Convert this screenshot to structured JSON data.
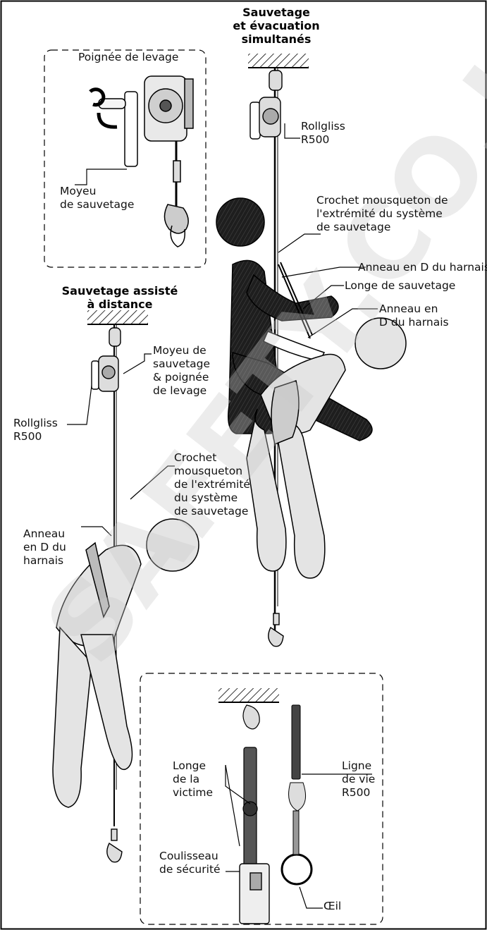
{
  "titles": {
    "simultaneous": "Sauvetage\net évacuation\nsimultanés",
    "remote": "Sauvetage assisté\nà distance"
  },
  "labels": {
    "lifting_handle": "Poignée de levage",
    "rescue_hub": "Moyeu\nde sauvetage",
    "rollgliss_top": "Rollgliss\nR500",
    "hook_top": "Crochet mousqueton de\nl'extrémité du système\nde sauvetage",
    "dring_top": "Anneau en D du harnais",
    "rescue_lanyard": "Longe de sauvetage",
    "dring_right": "Anneau en\nD du harnais",
    "hub_handle_remote": "Moyeu de\nsauvetage\n& poignée\nde levage",
    "rollgliss_left": "Rollgliss\nR500",
    "hook_remote": "Crochet\nmousqueton\nde l'extrémité\ndu système\nde sauvetage",
    "dring_left": "Anneau\nen D du\nharnais",
    "victim_lanyard": "Longe\nde la\nvictime",
    "lifeline": "Ligne\nde vie\nR500",
    "safety_slider": "Coulisseau\nde sécurité",
    "eye": "Œil"
  },
  "watermark": "SAFETY.CO.UK"
}
